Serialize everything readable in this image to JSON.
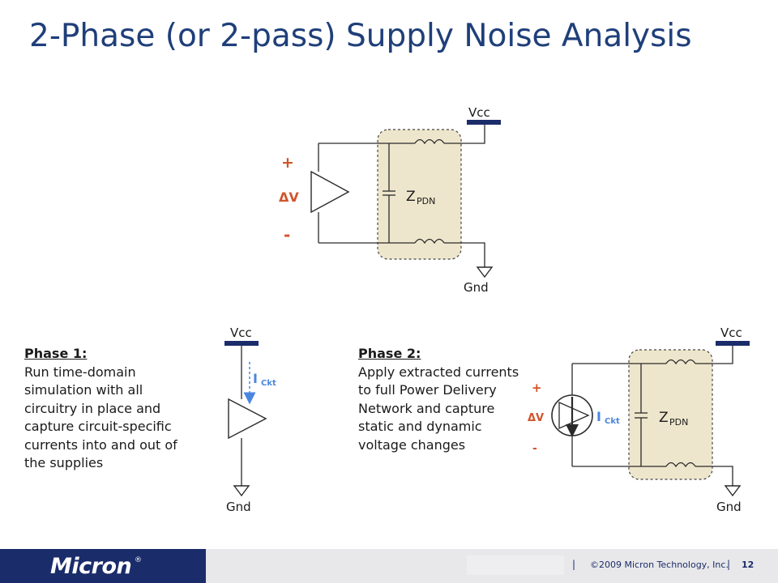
{
  "slide": {
    "title": "2-Phase (or 2-pass) Supply Noise Analysis"
  },
  "top_circuit": {
    "vcc": "Vcc",
    "gnd": "Gnd",
    "plus": "+",
    "minus": "-",
    "delta_v": "ΔV",
    "z_main": "Z",
    "z_sub": "PDN"
  },
  "phase1": {
    "heading": "Phase 1:",
    "lines": [
      "Run time-domain",
      "simulation with all",
      "circuitry in place and",
      "capture circuit-specific",
      "currents into and out of",
      "the supplies"
    ],
    "vcc": "Vcc",
    "gnd": "Gnd",
    "i_main": "I",
    "i_sub": "Ckt"
  },
  "phase2": {
    "heading": "Phase 2:",
    "lines": [
      "Apply extracted currents",
      "to full Power Delivery",
      "Network and capture",
      "static and dynamic",
      "voltage changes"
    ],
    "vcc": "Vcc",
    "gnd": "Gnd",
    "plus": "+",
    "minus": "-",
    "delta_v": "ΔV",
    "i_main": "I",
    "i_sub": "Ckt",
    "z_main": "Z",
    "z_sub": "PDN"
  },
  "footer": {
    "logo": "Micron",
    "logo_mark": "®",
    "separator": "|",
    "copyright": "©2009 Micron Technology, Inc.",
    "page_number": "12"
  },
  "colors": {
    "title": "#1f3f7a",
    "pdn_fill": "#eee6cc",
    "accent_orange": "#d2542a",
    "accent_blue": "#4a86e0",
    "footer_navy": "#1b2c6b"
  }
}
